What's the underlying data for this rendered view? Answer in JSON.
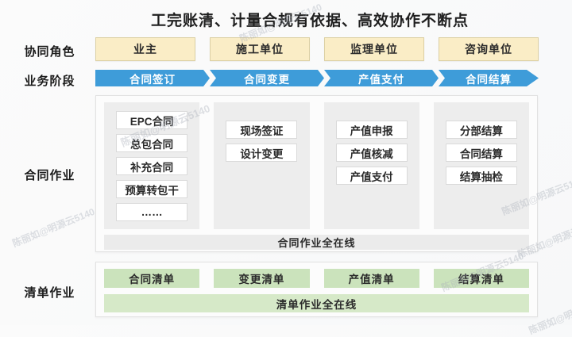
{
  "title": "工完账清、计量合规有依据、高效协作不断点",
  "labels": {
    "roles": "协同角色",
    "stages": "业务阶段",
    "contract": "合同作业",
    "checklist": "清单作业"
  },
  "roles": [
    "业主",
    "施工单位",
    "监理单位",
    "咨询单位"
  ],
  "stages": [
    "合同签订",
    "合同变更",
    "产值支付",
    "合同结算"
  ],
  "contract": {
    "columns": [
      {
        "items": [
          "EPC合同",
          "总包合同",
          "补充合同",
          "预算转包干",
          "……"
        ]
      },
      {
        "items": [
          "现场签证",
          "设计变更"
        ]
      },
      {
        "items": [
          "产值申报",
          "产值核减",
          "产值支付"
        ]
      },
      {
        "items": [
          "分部结算",
          "合同结算",
          "结算抽检"
        ]
      }
    ],
    "banner": "合同作业全在线"
  },
  "checklist": {
    "items": [
      "合同清单",
      "变更清单",
      "产值清单",
      "结算清单"
    ],
    "banner": "清单作业全在线"
  },
  "watermark": {
    "text": "陈丽如@明源云5140"
  },
  "colors": {
    "role_fill": "#faedc6",
    "stage_fill": "#3e9cd9",
    "column_fill": "#ededed",
    "gray_banner_fill": "#ebebeb",
    "green_fill": "#cbe3bc",
    "green_banner_fill": "#d6e9c8"
  }
}
